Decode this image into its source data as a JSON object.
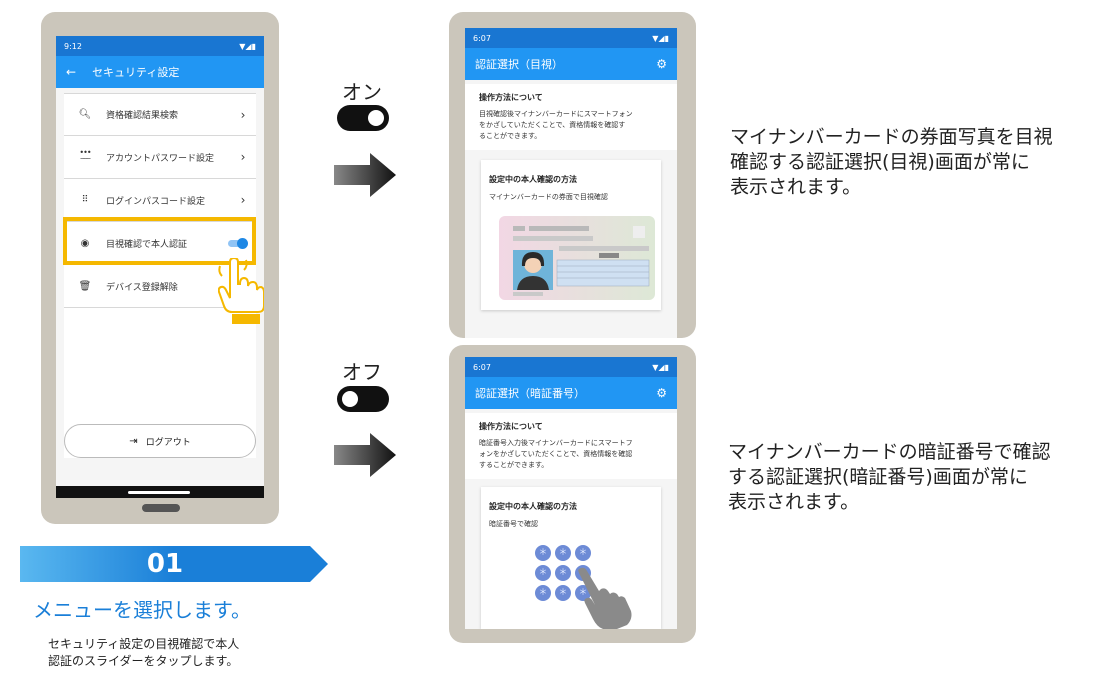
{
  "colors": {
    "brand_blue": "#1a88e6",
    "appbar_blue": "#2196f3",
    "status_blue": "#1976d2",
    "highlight": "#f5b800",
    "frame": "#cbc6bb",
    "banner": "#1a7fd8"
  },
  "left_phone": {
    "status_time": "9:12",
    "title": "セキュリティ設定",
    "menu": [
      {
        "icon": "search-icon",
        "label": "資格確認結果検索"
      },
      {
        "icon": "password-icon",
        "label": "アカウントパスワード設定"
      },
      {
        "icon": "keypad-icon",
        "label": "ログインパスコード設定"
      },
      {
        "icon": "eye-icon",
        "label": "目視確認で本人認証",
        "toggle": "on"
      },
      {
        "icon": "trash-icon",
        "label": "デバイス登録解除"
      }
    ],
    "logout_label": "ログアウト"
  },
  "toggles": {
    "on_label": "オン",
    "off_label": "オフ"
  },
  "top_right_phone": {
    "status_time": "6:07",
    "title": "認証選択（目視）",
    "how_title": "操作方法について",
    "how_text_lines": [
      "目視確認後マイナンバーカードにスマートフォン",
      "をかざしていただくことで、資格情報を確認す",
      "ることができます。"
    ],
    "method_title": "設定中の本人確認の方法",
    "method_text": "マイナンバーカードの券面で目視確認"
  },
  "bottom_right_phone": {
    "status_time": "6:07",
    "title": "認証選択（暗証番号）",
    "how_title": "操作方法について",
    "how_text_lines": [
      "暗証番号入力後マイナンバーカードにスマートフ",
      "ォンをかざしていただくことで、資格情報を確認",
      "することができます。"
    ],
    "method_title": "設定中の本人確認の方法",
    "method_text": "暗証番号で確認",
    "pin_symbol": "＊"
  },
  "desc_top": [
    "マイナンバーカードの券面写真を目視",
    "確認する認証選択(目視)画面が常に",
    "表示されます。"
  ],
  "desc_bottom": [
    "マイナンバーカードの暗証番号で確認",
    "する認証選択(暗証番号)画面が常に",
    "表示されます。"
  ],
  "step": {
    "number": "01",
    "heading": "メニューを選択します。",
    "body_line1": "セキュリティ設定の目視確認で本人",
    "body_line2": "認証のスライダーをタップします。"
  }
}
